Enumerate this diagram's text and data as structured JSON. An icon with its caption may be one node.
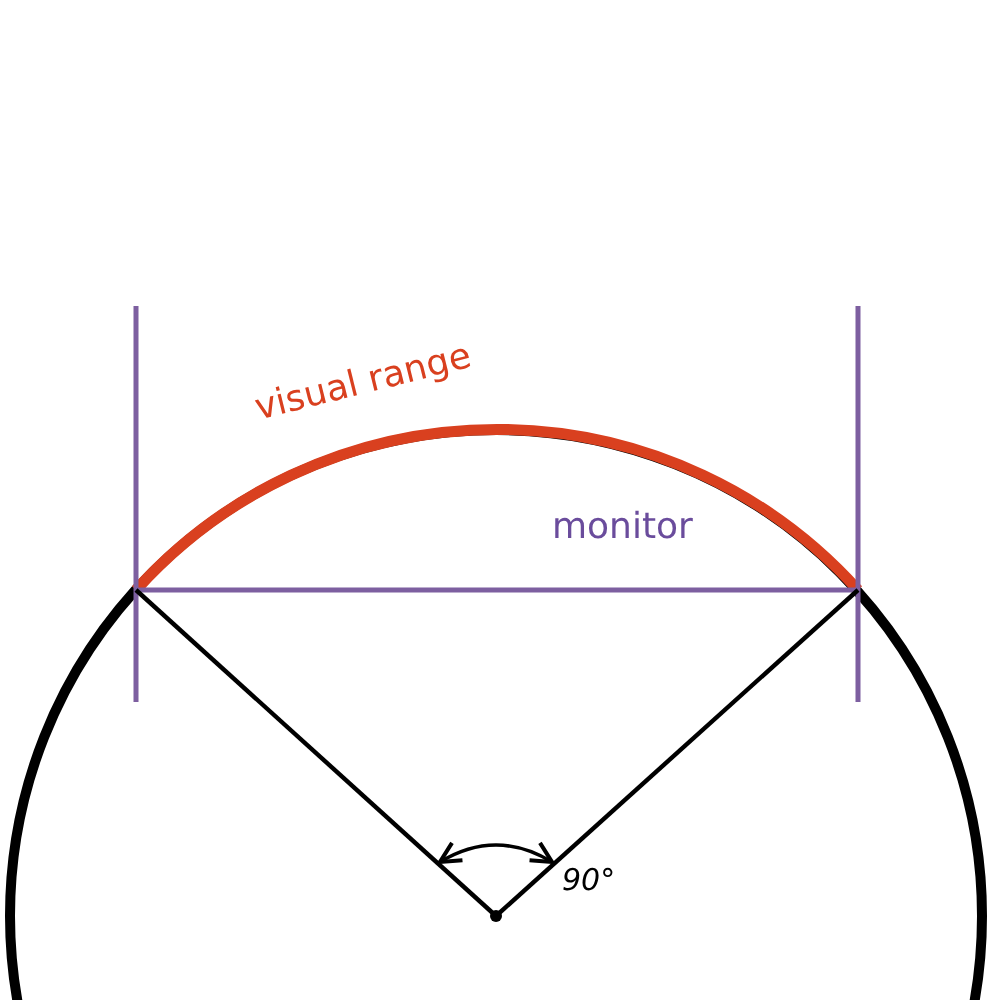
{
  "diagram": {
    "labels": [
      "visual range",
      "monitor",
      "90°"
    ]
  }
}
